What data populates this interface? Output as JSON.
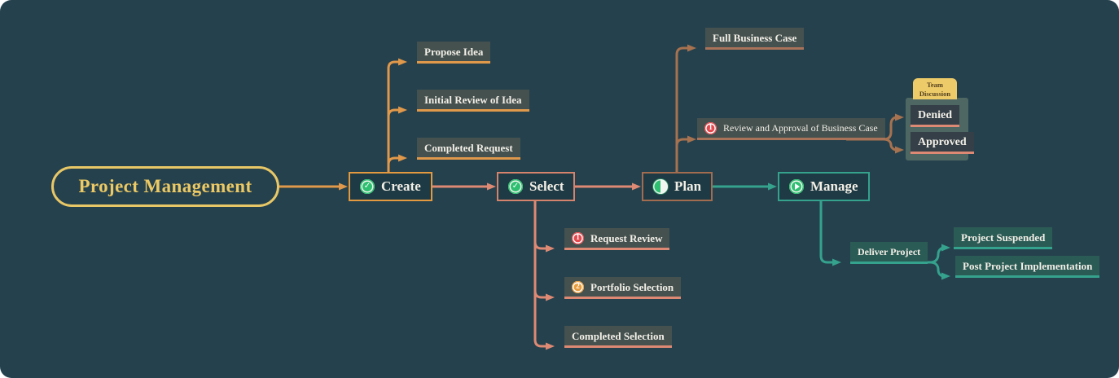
{
  "canvas": {
    "background": "#25414d"
  },
  "root": {
    "label": "Project Management",
    "text_color": "#ecc964",
    "border_color": "#e8c767"
  },
  "main_nodes": [
    {
      "label": "Create",
      "icon": "check-circle-icon",
      "border_color": "#e2993f"
    },
    {
      "label": "Select",
      "icon": "check-circle-icon",
      "border_color": "#d5836c"
    },
    {
      "label": "Plan",
      "icon": "half-progress-circle-icon",
      "border_color": "#a26c50"
    },
    {
      "label": "Manage",
      "icon": "play-circle-icon",
      "border_color": "#35a28d"
    }
  ],
  "branches": {
    "create": {
      "line_color": "#e0984a",
      "items": [
        {
          "label": "Propose Idea"
        },
        {
          "label": "Initial Review of Idea"
        },
        {
          "label": "Completed Request"
        }
      ]
    },
    "select": {
      "line_color": "#dd8973",
      "items": [
        {
          "label": "Request Review",
          "priority_badge": "1"
        },
        {
          "label": "Portfolio Selection",
          "priority_badge": "2"
        },
        {
          "label": "Completed Selection"
        }
      ]
    },
    "plan": {
      "line_color": "#a7724f",
      "items": [
        {
          "label": "Full Business Case"
        },
        {
          "label": "Review and Approval of Business Case",
          "priority_badge": "1"
        }
      ]
    },
    "manage": {
      "line_color": "#35a28d",
      "items": [
        {
          "label": "Deliver Project"
        },
        {
          "label": "Project Suspended"
        },
        {
          "label": "Post Project Implementation"
        }
      ]
    }
  },
  "approval_group": {
    "tab_label": "Team Discussion",
    "tab_color": "#eecb69",
    "underline_color": "#cb7a61",
    "items": [
      {
        "label": "Denied"
      },
      {
        "label": "Approved"
      }
    ]
  },
  "badge_colors": {
    "priority_1": "#e5484d",
    "priority_2": "#e89b3c"
  },
  "icon_color": "#2ebf71"
}
